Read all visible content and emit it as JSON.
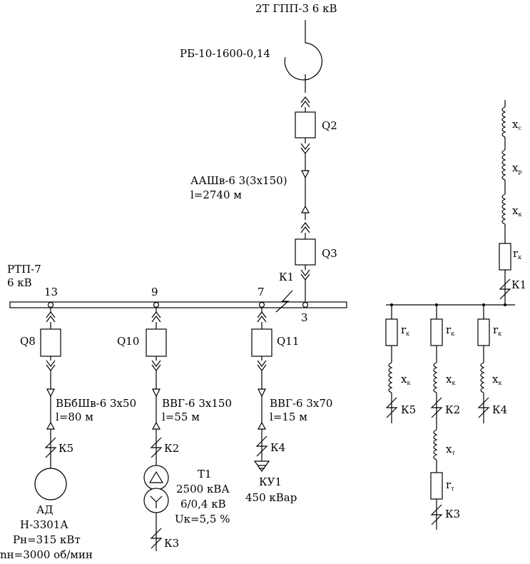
{
  "source": {
    "label": "2Т  ГПП-3  6 кВ"
  },
  "reactor": {
    "label": "РБ-10-1600-0,14"
  },
  "breakers": {
    "q2": "Q2",
    "q3": "Q3",
    "q8": "Q8",
    "q10": "Q10",
    "q11": "Q11"
  },
  "feeder_cable": {
    "type": "ААШв-6 3(3х150)",
    "length": "l=2740 м"
  },
  "bus": {
    "name": "РТП-7",
    "voltage": "6 кВ",
    "node_13": "13",
    "node_9": "9",
    "node_7": "7",
    "node_3": "3"
  },
  "faults": {
    "k1": "К1",
    "k2": "К2",
    "k3": "К3",
    "k4": "К4",
    "k5": "К5"
  },
  "branch_motor": {
    "cable": "ВБбШв-6 3х50",
    "length": "l=80 м",
    "name": "АД",
    "model": "Н-3301А",
    "power": "Pн=315 кВт",
    "speed": "nн=3000 об/мин"
  },
  "branch_transformer": {
    "cable": "ВВГ-6 3х150",
    "length": "l=55 м",
    "name": "Т1",
    "rating": "2500 кВА",
    "ratio": "6/0,4 кВ",
    "uk": "Uк=5,5 %"
  },
  "branch_capacitor": {
    "cable": "ВВГ-6 3х70",
    "length": "l=15 м",
    "name": "КУ1",
    "rating": "450 кВар"
  },
  "equivalent": {
    "xc": "x",
    "xc_sub": "c",
    "xp": "x",
    "xp_sub": "p",
    "xk": "x",
    "xk_sub": "к",
    "rk": "r",
    "rk_sub": "к",
    "xt": "x",
    "xt_sub": "т",
    "rt": "r",
    "rt_sub": "т"
  }
}
